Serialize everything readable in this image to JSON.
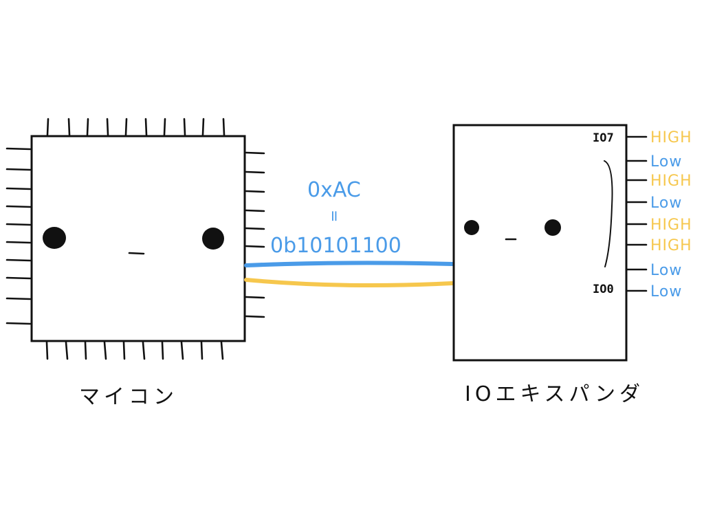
{
  "colors": {
    "ink": "#111111",
    "blue": "#4a9be8",
    "yellow": "#f6c74d"
  },
  "microcontroller": {
    "label": "マイコン"
  },
  "io_expander": {
    "label": "IOエキスパンダ",
    "top_pin_label": "IO7",
    "bottom_pin_label": "IO0",
    "pin_levels": [
      {
        "text": "HIGH",
        "color": "yellow"
      },
      {
        "text": "Low",
        "color": "blue"
      },
      {
        "text": "HIGH",
        "color": "yellow"
      },
      {
        "text": "Low",
        "color": "blue"
      },
      {
        "text": "HIGH",
        "color": "yellow"
      },
      {
        "text": "HIGH",
        "color": "yellow"
      },
      {
        "text": "Low",
        "color": "blue"
      },
      {
        "text": "Low",
        "color": "blue"
      }
    ]
  },
  "bus": {
    "hex_value": "0xAC",
    "equals_sign": "=",
    "binary_value": "0b10101100"
  }
}
